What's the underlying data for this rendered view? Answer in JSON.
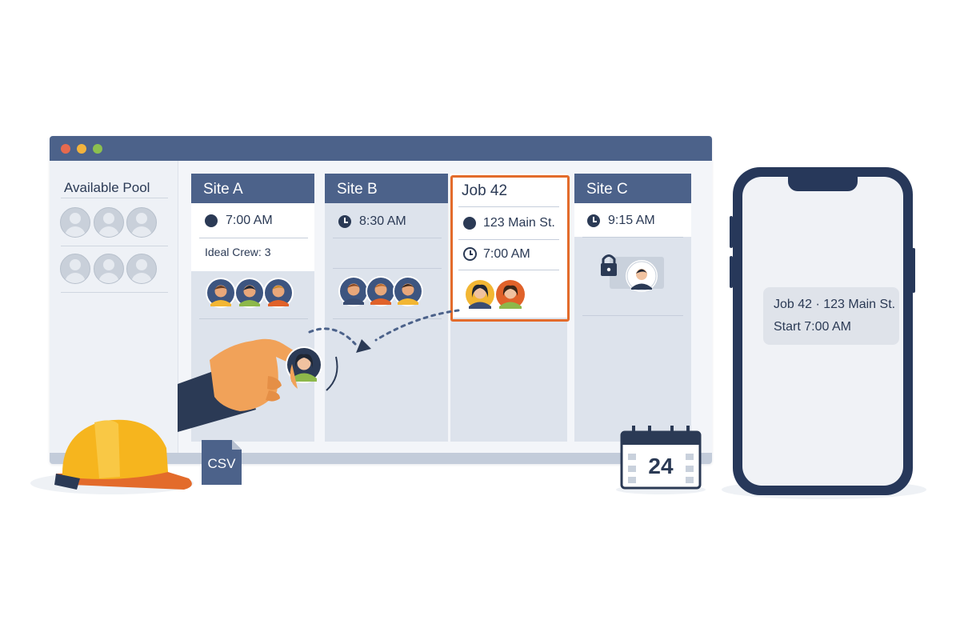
{
  "pool": {
    "title": "Available Pool"
  },
  "columns": [
    {
      "title": "Site A",
      "time": "7:00 AM",
      "crew_label": "Ideal Crew: 3"
    },
    {
      "title": "Site B",
      "time": "8:30 AM"
    },
    {
      "title": "Job 42",
      "address": "123 Main St.",
      "time": "7:00 AM",
      "highlighted": true
    },
    {
      "title": "Site C",
      "time": "9:15 AM",
      "locked": true
    }
  ],
  "files": {
    "csv_label": "CSV"
  },
  "calendar": {
    "day": "24"
  },
  "phone": {
    "message_line1": "Job 42 · 123 Main St.",
    "message_line2": "Start 7:00 AM"
  },
  "colors": {
    "navy": "#4c628a",
    "accent": "#e36b2b",
    "column_bg": "#dde3ec",
    "helmet": "#f6b51e"
  }
}
